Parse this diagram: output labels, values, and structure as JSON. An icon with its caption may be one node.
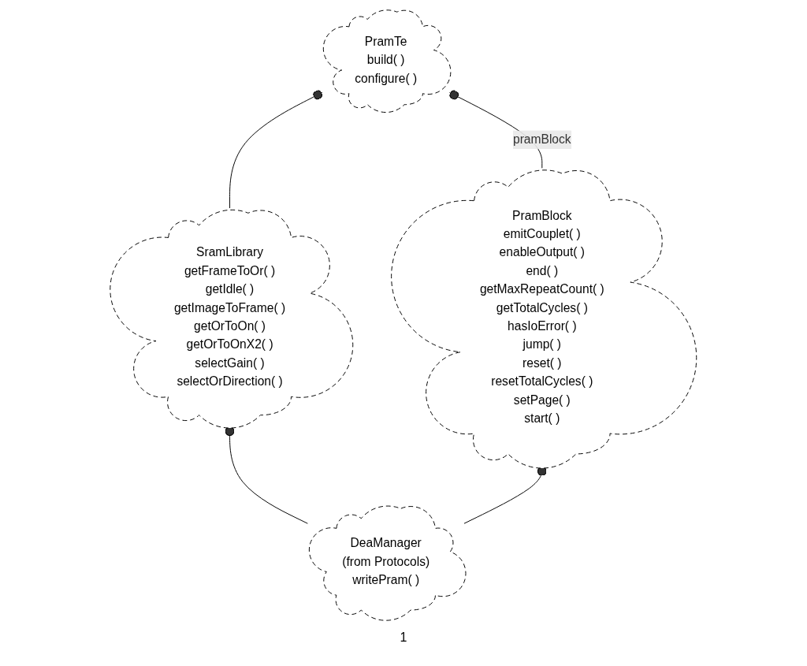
{
  "diagram": {
    "nodes": [
      {
        "text": [
          "PramTe",
          "build( )",
          "configure( )"
        ]
      },
      {
        "text": [
          "SramLibrary",
          "getFrameToOr( )",
          "getIdle( )",
          "getImageToFrame( )",
          "getOrToOn( )",
          "getOrToOnX2( )",
          "selectGain( )",
          "selectOrDirection( )"
        ]
      },
      {
        "text": [
          "PramBlock",
          "emitCouplet( )",
          "enableOutput( )",
          "end( )",
          "getMaxRepeatCount( )",
          "getTotalCycles( )",
          "hasIoError( )",
          "jump( )",
          "reset( )",
          "resetTotalCycles( )",
          "setPage( )",
          "start( )"
        ]
      },
      {
        "text": [
          "DeaManager",
          "(from Protocols)",
          "writePram( )"
        ]
      }
    ],
    "edges": [
      {
        "from": 1,
        "to": 0,
        "arrow": "other"
      },
      {
        "from": 2,
        "to": 0,
        "arrow": "other",
        "label": "pramBlock"
      },
      {
        "from": 3,
        "to": 1,
        "arrow": "other"
      },
      {
        "from": 3,
        "to": 2,
        "arrow": "other"
      }
    ],
    "labels": [
      "1"
    ]
  }
}
